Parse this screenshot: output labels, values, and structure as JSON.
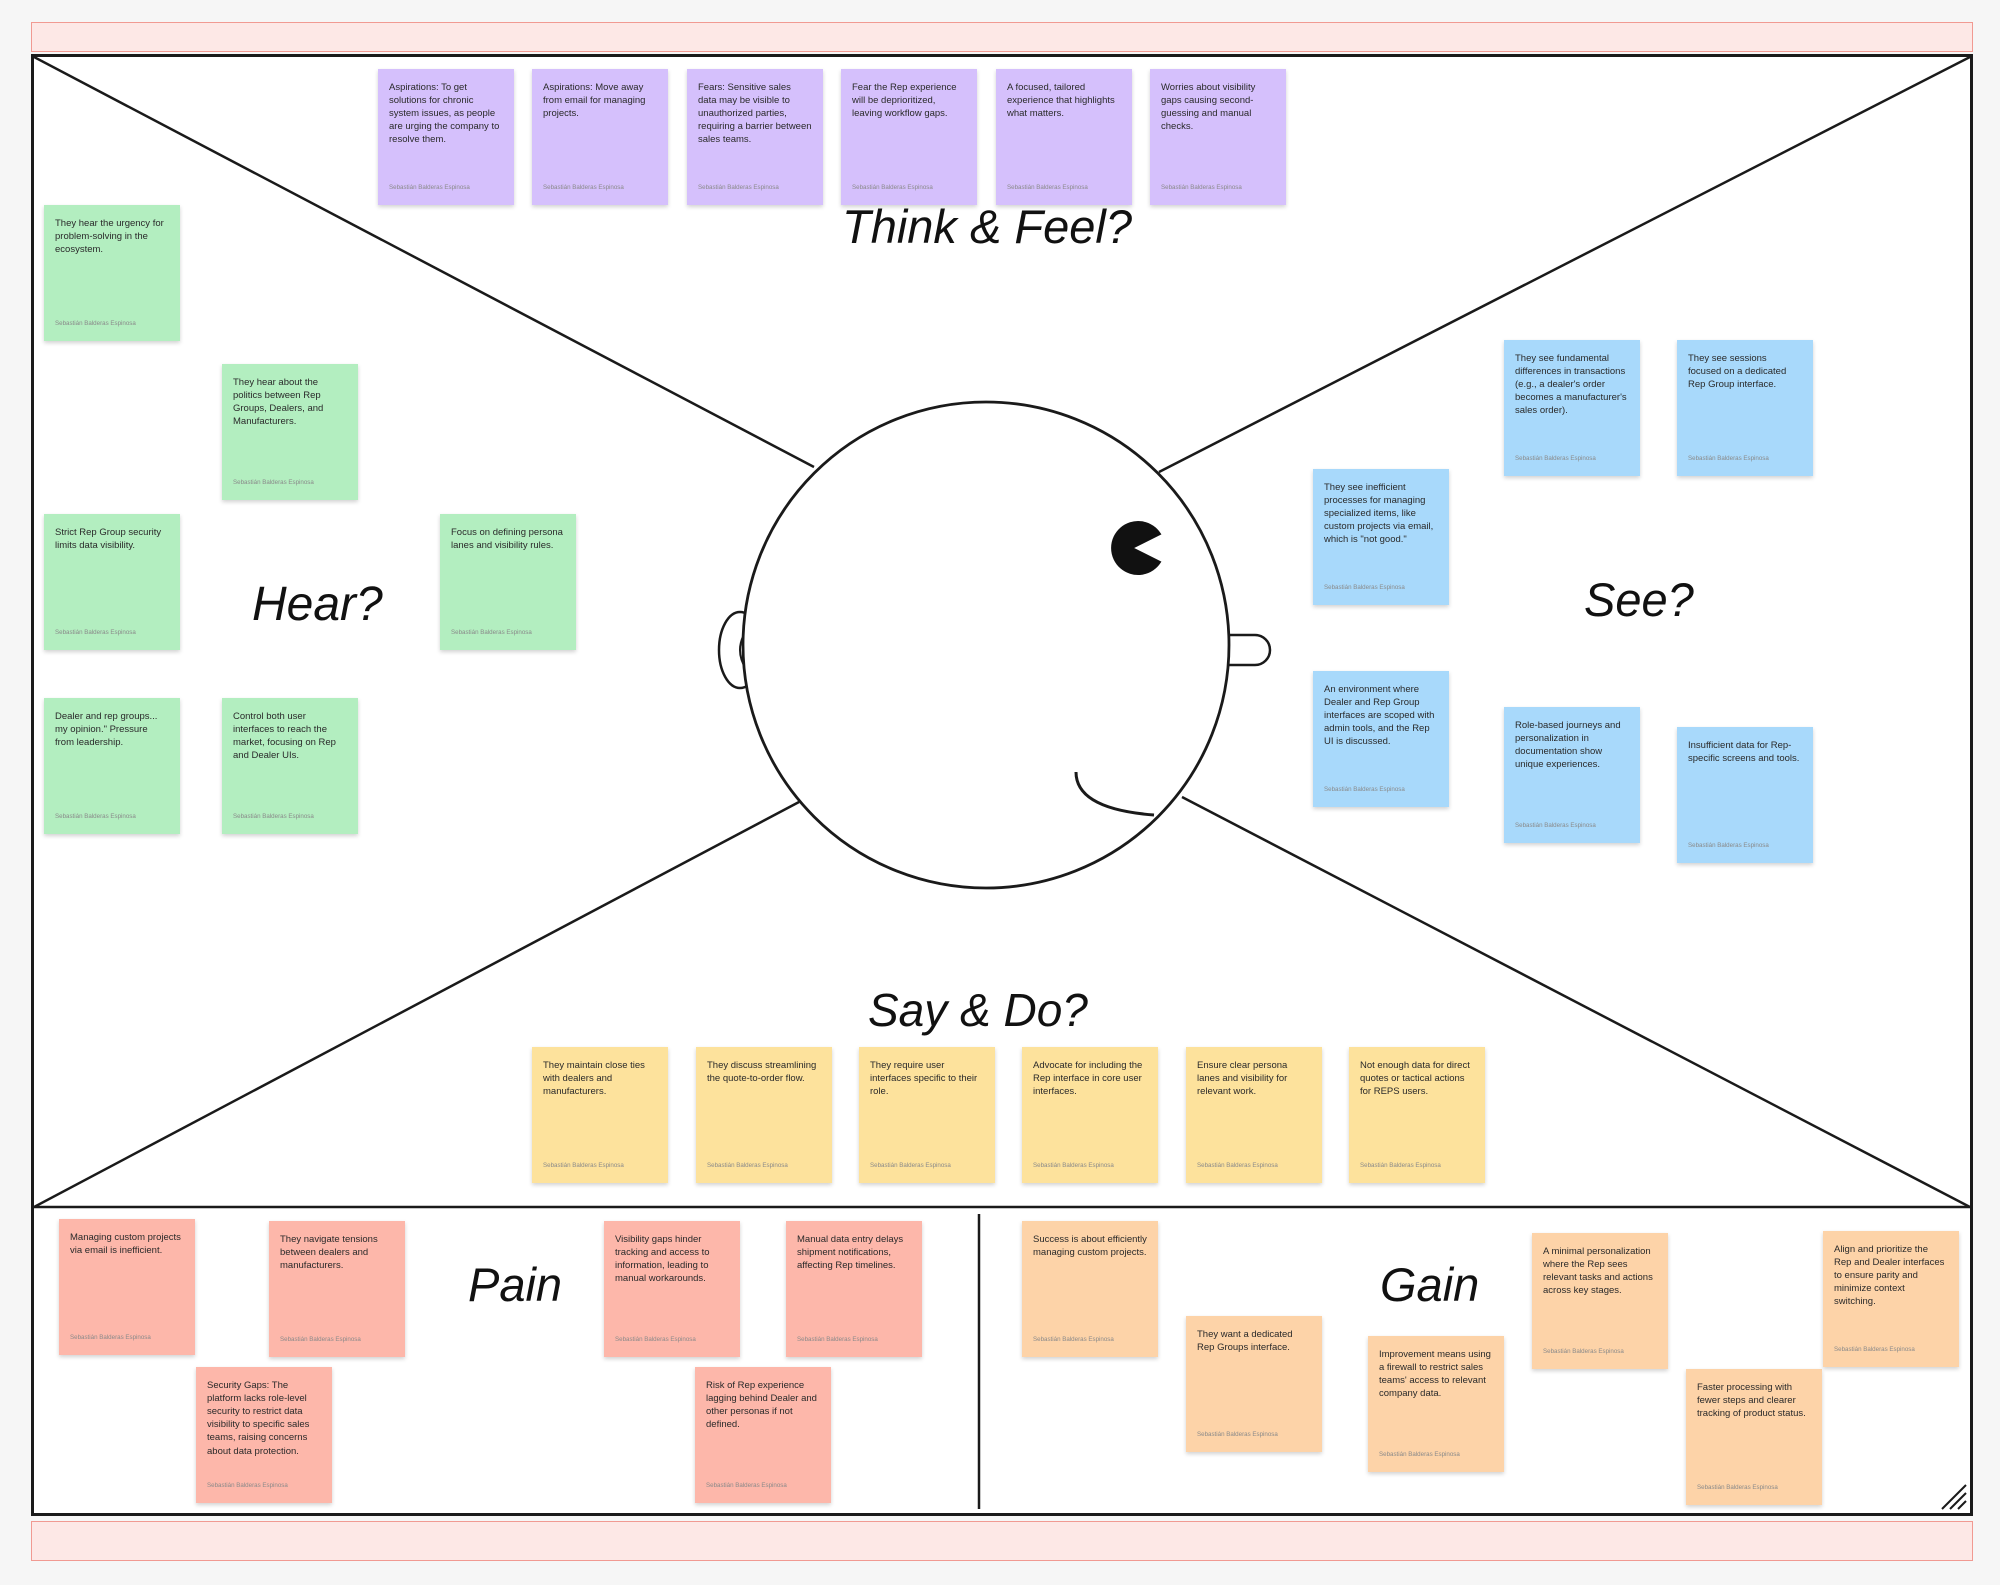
{
  "board": {
    "headings": {
      "think_feel": "Think & Feel?",
      "hear": "Hear?",
      "see": "See?",
      "say_do": "Say & Do?",
      "pain": "Pain",
      "gain": "Gain"
    },
    "author": "Sebastián Balderas Espinosa",
    "think_feel_notes": [
      {
        "text": "Aspirations: To get solutions for chronic system issues, as people are urging the company to resolve them."
      },
      {
        "text": "Aspirations: Move away from email for managing projects."
      },
      {
        "text": "Fears: Sensitive sales data may be visible to unauthorized parties, requiring a barrier between sales teams."
      },
      {
        "text": "Fear the Rep experience will be deprioritized, leaving workflow gaps."
      },
      {
        "text": "A focused, tailored experience that highlights what matters."
      },
      {
        "text": "Worries about visibility gaps causing second-guessing and manual checks."
      }
    ],
    "hear_notes": [
      {
        "text": "They hear the urgency for problem-solving in the ecosystem."
      },
      {
        "text": "They hear about the politics between Rep Groups, Dealers, and Manufacturers."
      },
      {
        "text": "Strict Rep Group security limits data visibility."
      },
      {
        "text": "Focus on defining persona lanes and visibility rules."
      },
      {
        "text": "Dealer and rep groups... my opinion.\" Pressure from leadership."
      },
      {
        "text": "Control both user interfaces to reach the market, focusing on Rep and Dealer UIs."
      }
    ],
    "see_notes": [
      {
        "text": "They see fundamental differences in transactions (e.g., a dealer's order becomes a manufacturer's sales order)."
      },
      {
        "text": "They see sessions focused on a dedicated Rep Group interface."
      },
      {
        "text": "They see inefficient processes for managing specialized items, like custom projects via email, which is \"not good.\""
      },
      {
        "text": "An environment where Dealer and Rep Group interfaces are scoped with admin tools, and the Rep UI is discussed."
      },
      {
        "text": "Role-based journeys and personalization in documentation show unique experiences."
      },
      {
        "text": "Insufficient data for Rep-specific screens and tools."
      }
    ],
    "say_do_notes": [
      {
        "text": "They maintain close ties with dealers and manufacturers."
      },
      {
        "text": "They discuss streamlining the quote-to-order flow."
      },
      {
        "text": "They require user interfaces specific to their role."
      },
      {
        "text": "Advocate for including the Rep interface in core user interfaces."
      },
      {
        "text": "Ensure clear persona lanes and visibility for relevant work."
      },
      {
        "text": "Not enough data for direct quotes or tactical actions for REPS users."
      }
    ],
    "pain_notes": [
      {
        "text": "Managing custom projects via email is inefficient."
      },
      {
        "text": "They navigate tensions between dealers and manufacturers."
      },
      {
        "text": "Visibility gaps hinder tracking and access to information, leading to manual workarounds."
      },
      {
        "text": "Manual data entry delays shipment notifications, affecting Rep timelines."
      },
      {
        "text": "Security Gaps: The platform lacks role-level security to restrict data visibility to specific sales teams, raising concerns about data protection."
      },
      {
        "text": "Risk of Rep experience lagging behind Dealer and other personas if not defined."
      }
    ],
    "gain_notes": [
      {
        "text": "Success is about efficiently managing custom projects."
      },
      {
        "text": "They want a dedicated Rep Groups interface."
      },
      {
        "text": "Improvement means using a firewall to restrict sales teams' access to relevant company data."
      },
      {
        "text": "A minimal personalization where the Rep sees relevant tasks and actions across key stages."
      },
      {
        "text": "Faster processing with fewer steps and clearer tracking of product status."
      },
      {
        "text": "Align and prioritize the Rep and Dealer interfaces to ensure parity and minimize context switching."
      }
    ],
    "colors": {
      "think_feel": "#d5c0fc",
      "hear": "#b3eec0",
      "see": "#a8d9fb",
      "say_do": "#fde29c",
      "pain": "#fdb7aa",
      "gain": "#fdd3a8",
      "frame": "#fde8e6"
    }
  }
}
